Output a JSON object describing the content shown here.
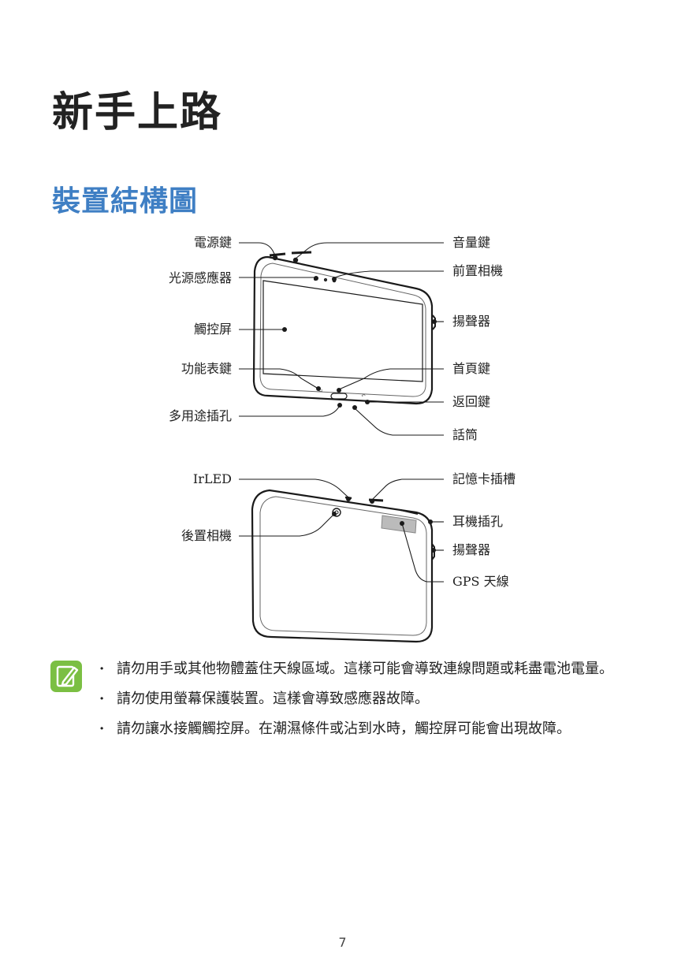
{
  "chapter_title": "新手上路",
  "section_title": "裝置結構圖",
  "front_labels": {
    "power_key": "電源鍵",
    "volume_key": "音量鍵",
    "light_sensor": "光源感應器",
    "front_camera": "前置相機",
    "touchscreen": "觸控屏",
    "speaker": "揚聲器",
    "menu_key": "功能表鍵",
    "home_key": "首頁鍵",
    "back_key": "返回鍵",
    "multipurpose_jack": "多用途插孔",
    "microphone": "話筒"
  },
  "back_labels": {
    "irled": "IrLED",
    "memory_card_slot": "記憶卡插槽",
    "headset_jack": "耳機插孔",
    "rear_camera": "後置相機",
    "speaker": "揚聲器",
    "gps_antenna": "GPS 天線"
  },
  "notes": [
    "請勿用手或其他物體蓋住天線區域。這樣可能會導致連線問題或耗盡電池電量。",
    "請勿使用螢幕保護裝置。這樣會導致感應器故障。",
    "請勿讓水接觸觸控屏。在潮濕條件或沾到水時，觸控屏可能會出現故障。"
  ],
  "note_icon": "note-pencil-icon",
  "accent_color": "#3f7fc4",
  "note_icon_color": "#7bbf43",
  "page_number": "7"
}
